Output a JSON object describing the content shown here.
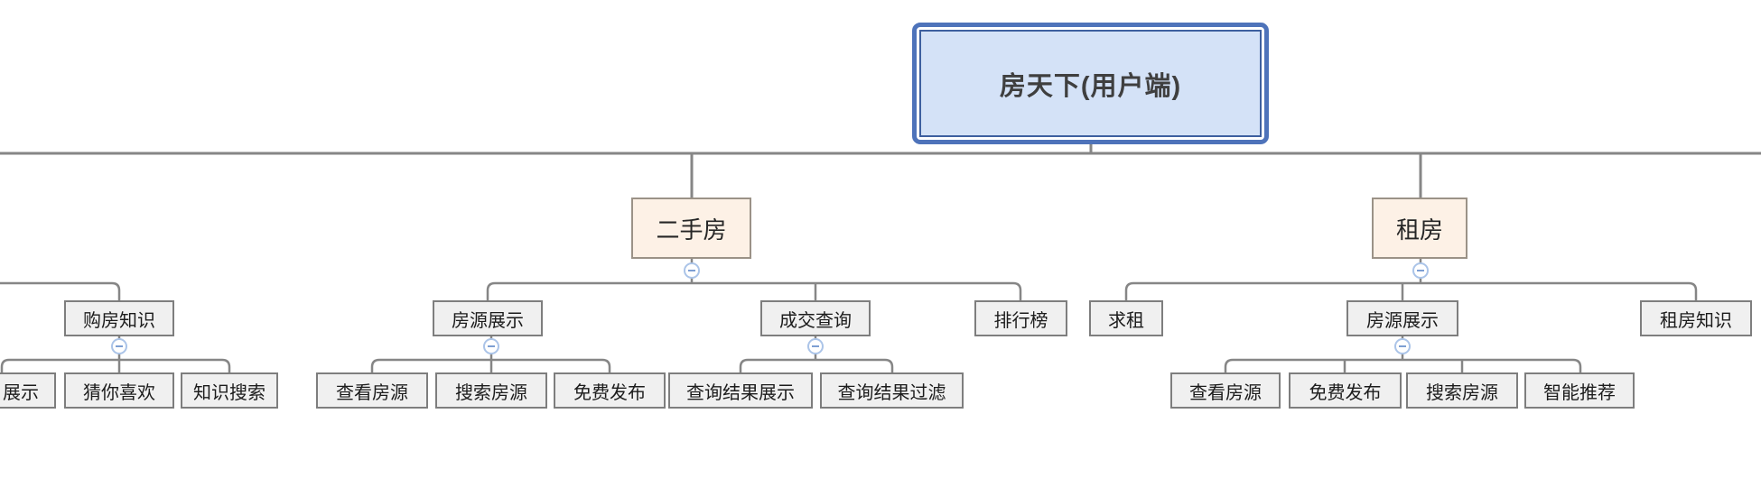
{
  "diagram": {
    "title_node": "房天下(用户端)",
    "nodes": {
      "root": "房天下(用户端)",
      "l1_ershoufang": "二手房",
      "l1_zufang": "租房",
      "l2_goufangzhishi": "购房知识",
      "l2_fangyuanzhanshi_esf": "房源展示",
      "l2_chengjiaochaxun": "成交查询",
      "l2_paihangbang": "排行榜",
      "l2_qiuzu": "求租",
      "l2_fangyuanzhanshi_zf": "房源展示",
      "l2_zufangzhishi": "租房知识",
      "l3_zhanshi_cut": "展示",
      "l3_cainixihuan": "猜你喜欢",
      "l3_zhishisousuo": "知识搜索",
      "l3_chakanfangyuan_esf": "查看房源",
      "l3_sousuofangyuan_esf": "搜索房源",
      "l3_mianfeifabu_esf": "免费发布",
      "l3_chaxunjieguozhanshi": "查询结果展示",
      "l3_chaxunjieguoguolv": "查询结果过滤",
      "l3_chakanfangyuan_zf": "查看房源",
      "l3_mianfeifabu_zf": "免费发布",
      "l3_sousuofangyuan_zf": "搜索房源",
      "l3_zhinengtuijian": "智能推荐"
    },
    "tree": {
      "root": "房天下(用户端)",
      "children": [
        {
          "label": "二手房",
          "children": [
            {
              "label": "房源展示",
              "children": [
                "查看房源",
                "搜索房源",
                "免费发布"
              ]
            },
            {
              "label": "成交查询",
              "children": [
                "查询结果展示",
                "查询结果过滤"
              ]
            },
            {
              "label": "排行榜",
              "children": []
            }
          ]
        },
        {
          "label": "租房",
          "children": [
            {
              "label": "求租",
              "children": []
            },
            {
              "label": "房源展示",
              "children": [
                "查看房源",
                "免费发布",
                "搜索房源",
                "智能推荐"
              ]
            },
            {
              "label": "租房知识",
              "children": []
            }
          ]
        },
        {
          "label": "(cut off at left edge)",
          "children": [
            {
              "label": "购房知识",
              "children": [
                "展示",
                "猜你喜欢",
                "知识搜索"
              ]
            }
          ]
        }
      ]
    },
    "colors": {
      "root_border": "#4e73ba",
      "root_inner_border": "#3d5f9f",
      "root_fill": "#d4e2f7",
      "branch_fill": "#fdf1e6",
      "branch_border": "#9b9287",
      "node_fill": "#f0f0f0",
      "node_border": "#7e7e7e",
      "line": "#868686",
      "collapse_border": "#abc4e8",
      "collapse_minus": "#7e9fd3"
    },
    "icons": {
      "collapse": "minus-circle"
    }
  }
}
